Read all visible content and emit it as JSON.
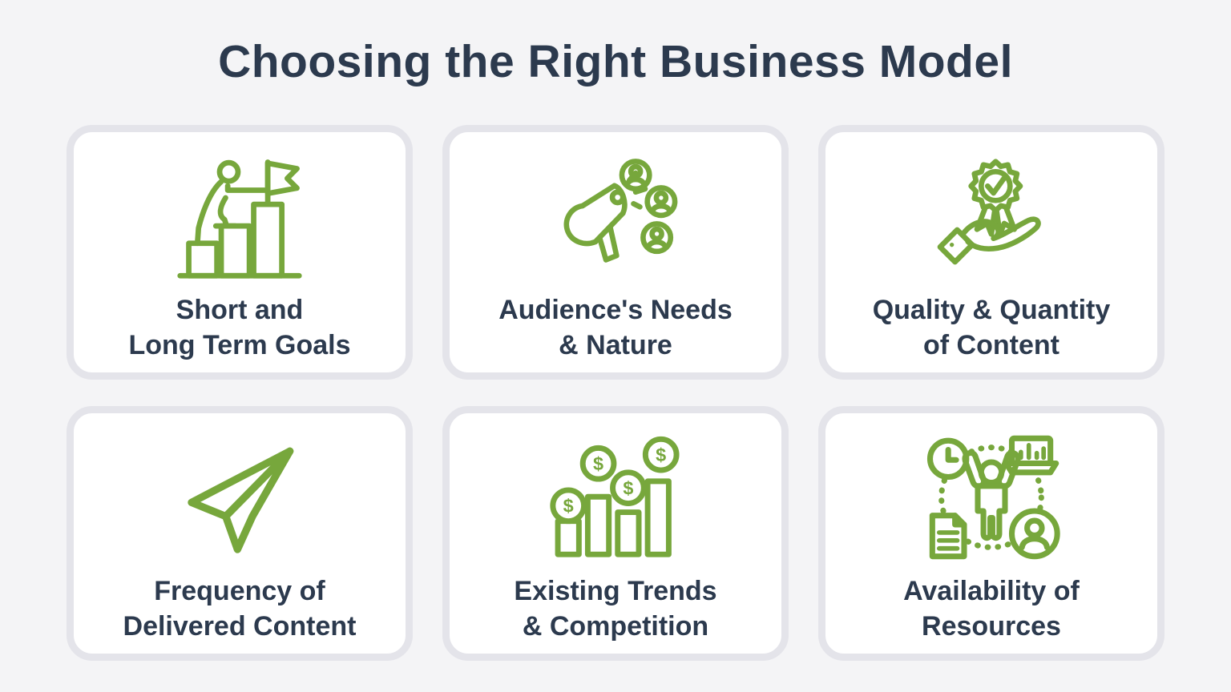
{
  "title": "Choosing the Right Business Model",
  "colors": {
    "accent_green": "#77a73c",
    "text_navy": "#2c3a4e",
    "card_border": "#e4e4ea",
    "background": "#f4f4f6",
    "card_background": "#ffffff"
  },
  "cards": [
    {
      "label": "Short and\nLong Term Goals",
      "icon": "goal-flag-icon"
    },
    {
      "label": "Audience's Needs\n& Nature",
      "icon": "megaphone-audience-icon"
    },
    {
      "label": "Quality & Quantity\nof Content",
      "icon": "award-hand-icon"
    },
    {
      "label": "Frequency of\nDelivered Content",
      "icon": "paper-plane-icon"
    },
    {
      "label": "Existing Trends\n& Competition",
      "icon": "dollar-bar-chart-icon"
    },
    {
      "label": "Availability of\nResources",
      "icon": "resources-person-icon"
    }
  ]
}
